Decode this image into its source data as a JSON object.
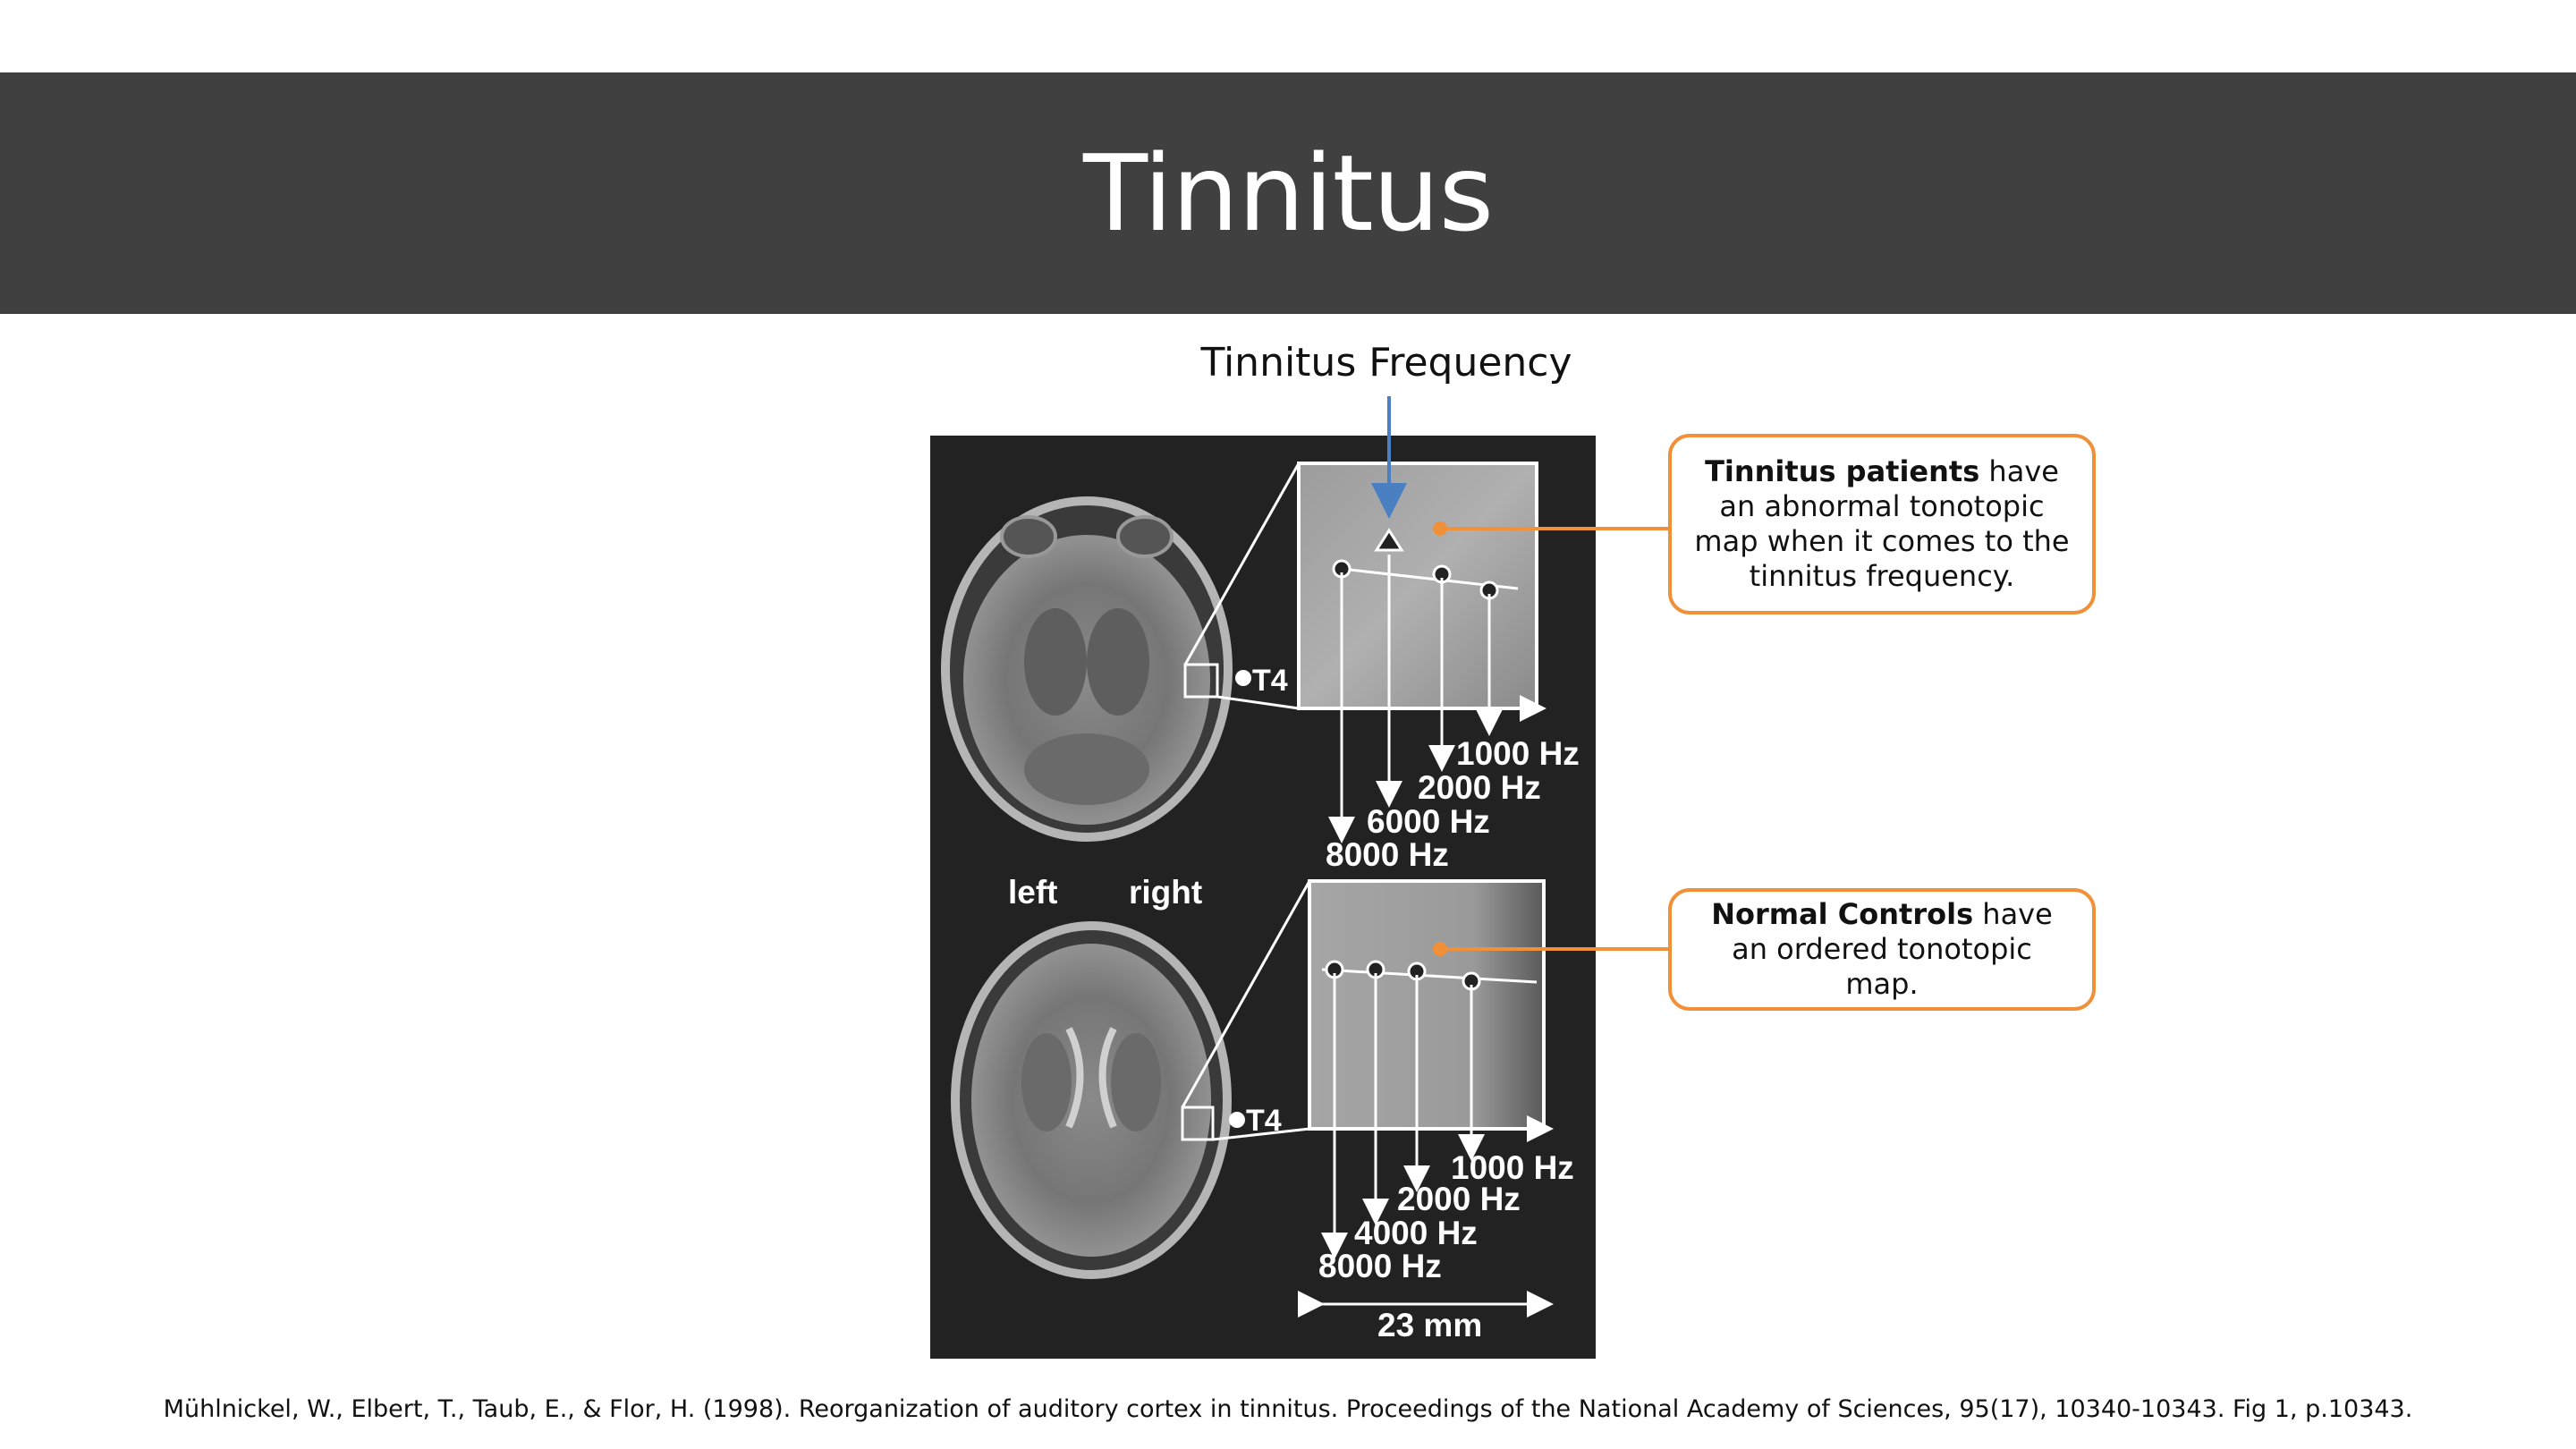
{
  "slide": {
    "title": "Tinnitus",
    "frequency_label": "Tinnitus Frequency",
    "citation": "Mühlnickel, W., Elbert, T., Taub, E., & Flor, H. (1998). Reorganization of auditory cortex in tinnitus. Proceedings of the National Academy of Sciences, 95(17), 10340-10343. Fig 1, p.10343."
  },
  "callouts": {
    "patients_bold": "Tinnitus patients",
    "patients_rest": " have an abnormal tonotopic map when it comes to the tinnitus frequency.",
    "controls_bold": "Normal Controls",
    "controls_rest": " have an ordered tonotopic map."
  },
  "figure": {
    "electrode_label_top": "T4",
    "electrode_label_bottom": "T4",
    "left_label": "left",
    "right_label": "right",
    "top_freqs": [
      "1000 Hz",
      "2000 Hz",
      "6000 Hz",
      "8000 Hz"
    ],
    "bottom_freqs": [
      "1000 Hz",
      "2000 Hz",
      "4000 Hz",
      "8000 Hz"
    ],
    "scale_label": "23 mm"
  },
  "colors": {
    "title_bar": "#404040",
    "callout_border": "#f0913a",
    "arrow_blue": "#4a7fc1",
    "figure_bg": "#222222"
  }
}
